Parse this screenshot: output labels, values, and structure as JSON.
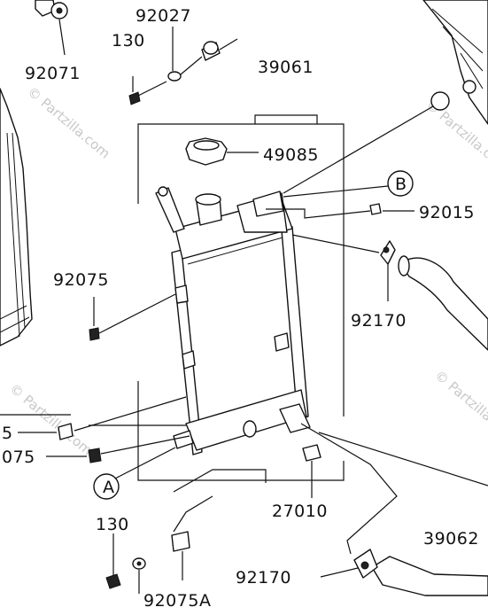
{
  "diagram": {
    "part_numbers": {
      "p92027": "92027",
      "p130_top": "130",
      "p92071": "92071",
      "p39061": "39061",
      "p49085": "49085",
      "p92015": "92015",
      "p92075_mid": "92075",
      "p92170_mid": "92170",
      "p5_left": "5",
      "p92075_left": "075",
      "p27010": "27010",
      "p130_bot": "130",
      "p92170_bot": "92170",
      "p39062": "39062",
      "p92075A": "92075A"
    },
    "callouts": {
      "a": "A",
      "b": "B"
    },
    "watermarks": [
      "© Partzilla.com",
      "© Partzilla.com",
      "© Partzilla.com",
      "© Partzilla.com"
    ]
  }
}
